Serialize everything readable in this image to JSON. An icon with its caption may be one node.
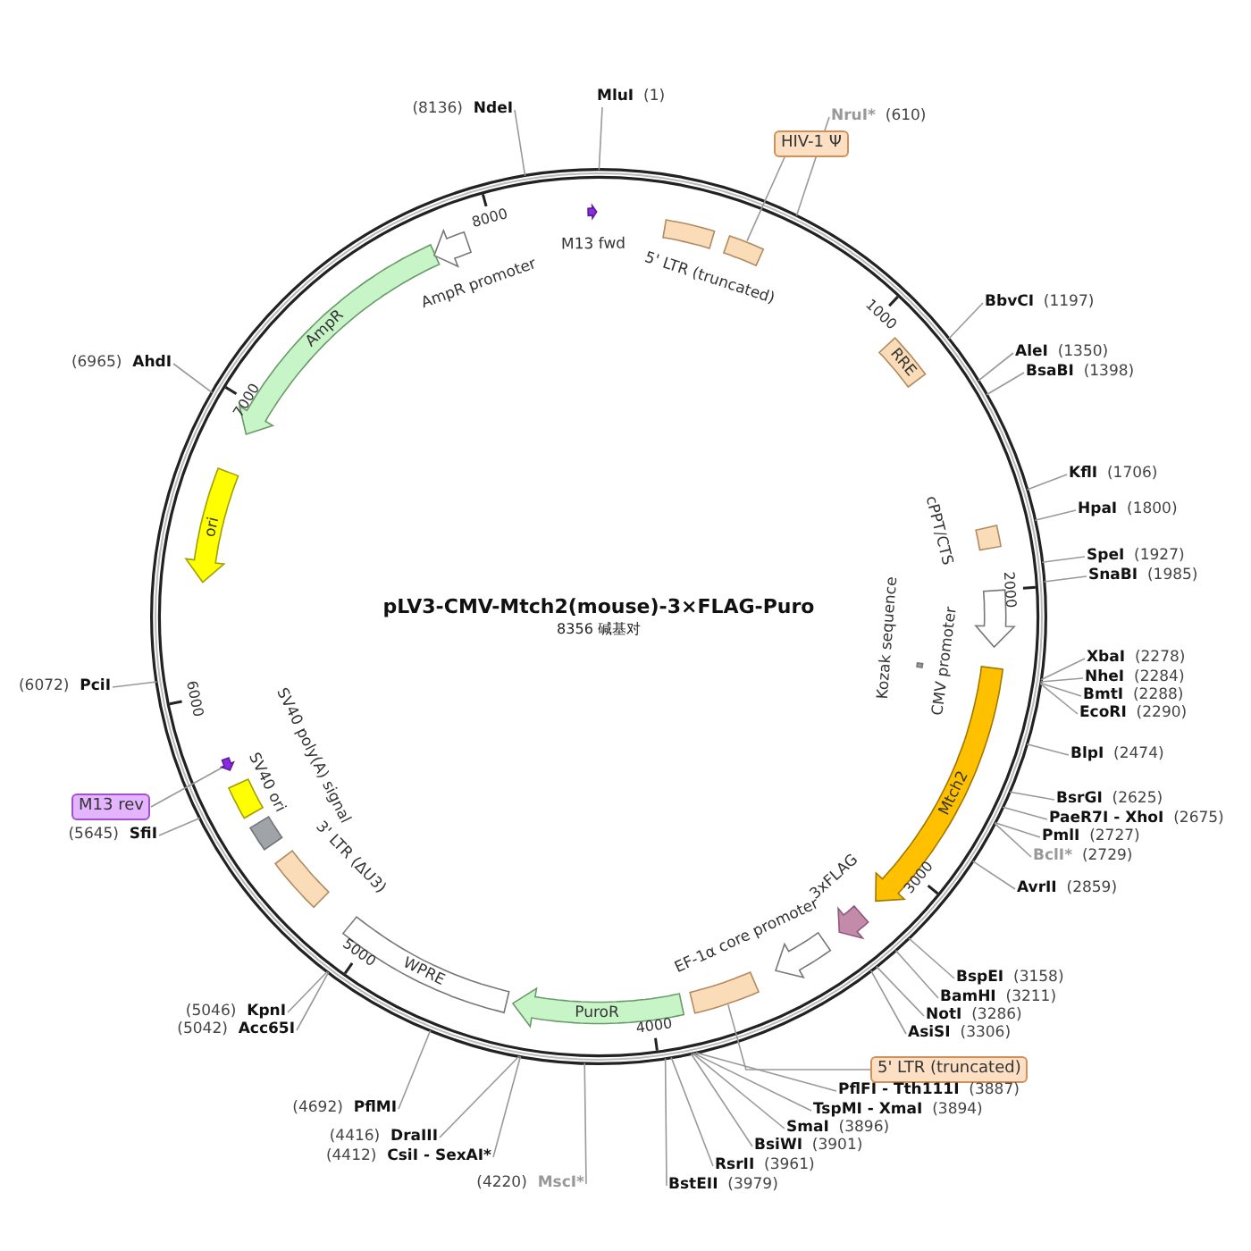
{
  "diagram": {
    "title": "pLV3-CMV-Mtch2(mouse)-3×FLAG-Puro",
    "nodes": [
      {
        "text": [
          "M13 fwd"
        ]
      },
      {
        "text": [
          "5' LTR (truncated)"
        ]
      },
      {
        "text": [],
        "shape": "box"
      },
      {
        "text": [
          "RRE"
        ]
      },
      {
        "text": [
          "cPPT/CTS"
        ]
      },
      {
        "text": [
          "CMV promoter"
        ]
      },
      {
        "text": [
          "Kozak sequence"
        ]
      },
      {
        "text": [
          "Mtch2"
        ]
      },
      {
        "text": [
          "3xFLAG"
        ]
      },
      {
        "text": [
          "EF-1α core promoter"
        ]
      },
      {
        "text": [],
        "shape": "box"
      },
      {
        "text": [
          "PuroR"
        ]
      },
      {
        "text": [
          "WPRE"
        ]
      },
      {
        "text": [
          "3' LTR (ΔU3)"
        ]
      },
      {
        "text": [
          "SV40 ori"
        ]
      },
      {
        "text": [
          "SV40 poly(A) signal"
        ]
      },
      {
        "text": [],
        "shape": "arrow"
      },
      {
        "text": [
          "ori"
        ]
      },
      {
        "text": [
          "AmpR"
        ]
      },
      {
        "text": [
          "AmpR promoter"
        ]
      },
      {
        "text": [
          "HIV-1 Ψ"
        ]
      },
      {
        "text": [
          "5' LTR (truncated)"
        ]
      },
      {
        "text": [
          "M13 rev"
        ]
      },
      {
        "text": [
          "MluI",
          "(1)"
        ]
      },
      {
        "text": [
          "NruI*",
          "(610)"
        ]
      },
      {
        "text": [
          "BbvCI",
          "(1197)"
        ]
      },
      {
        "text": [
          "AleI",
          "(1350)"
        ]
      },
      {
        "text": [
          "BsaBI",
          "(1398)"
        ]
      },
      {
        "text": [
          "KflI",
          "(1706)"
        ]
      },
      {
        "text": [
          "HpaI",
          "(1800)"
        ]
      },
      {
        "text": [
          "SpeI",
          "(1927)"
        ]
      },
      {
        "text": [
          "SnaBI",
          "(1985)"
        ]
      },
      {
        "text": [
          "XbaI",
          "(2278)"
        ]
      },
      {
        "text": [
          "NheI",
          "(2284)"
        ]
      },
      {
        "text": [
          "BmtI",
          "(2288)"
        ]
      },
      {
        "text": [
          "EcoRI",
          "(2290)"
        ]
      },
      {
        "text": [
          "BlpI",
          "(2474)"
        ]
      },
      {
        "text": [
          "BsrGI",
          "(2625)"
        ]
      },
      {
        "text": [
          "PaeR7I - XhoI",
          "(2675)"
        ]
      },
      {
        "text": [
          "PmlI",
          "(2727)"
        ]
      },
      {
        "text": [
          "BclI*",
          "(2729)"
        ]
      },
      {
        "text": [
          "AvrII",
          "(2859)"
        ]
      },
      {
        "text": [
          "BspEI",
          "(3158)"
        ]
      },
      {
        "text": [
          "BamHI",
          "(3211)"
        ]
      },
      {
        "text": [
          "NotI",
          "(3286)"
        ]
      },
      {
        "text": [
          "AsiSI",
          "(3306)"
        ]
      },
      {
        "text": [
          "PflFI - Tth111I",
          "(3887)"
        ]
      },
      {
        "text": [
          "TspMI - XmaI",
          "(3894)"
        ]
      },
      {
        "text": [
          "SmaI",
          "(3896)"
        ]
      },
      {
        "text": [
          "BsiWI",
          "(3901)"
        ]
      },
      {
        "text": [
          "RsrII",
          "(3961)"
        ]
      },
      {
        "text": [
          "BstEII",
          "(3979)"
        ]
      },
      {
        "text": [
          "(4220)",
          "MscI*"
        ]
      },
      {
        "text": [
          "(4412)",
          "CsiI - SexAI*"
        ]
      },
      {
        "text": [
          "(4416)",
          "DraIII"
        ]
      },
      {
        "text": [
          "(4692)",
          "PflMI"
        ]
      },
      {
        "text": [
          "(5046)",
          "KpnI"
        ]
      },
      {
        "text": [
          "(5042)",
          "Acc65I"
        ]
      },
      {
        "text": [
          "(5645)",
          "SfiI"
        ]
      },
      {
        "text": [
          "(6072)",
          "PciI"
        ]
      },
      {
        "text": [
          "(6965)",
          "AhdI"
        ]
      },
      {
        "text": [
          "(8136)",
          "NdeI"
        ]
      }
    ],
    "edges": [
      {
        "from": 20,
        "to": 2,
        "arrow": "none"
      },
      {
        "from": 21,
        "to": 10,
        "arrow": "none"
      },
      {
        "from": 22,
        "to": 16,
        "arrow": "none"
      },
      {
        "from": 23,
        "to": null,
        "arrow": "none"
      },
      {
        "from": 24,
        "to": null,
        "arrow": "none"
      },
      {
        "from": 25,
        "to": null,
        "arrow": "none"
      },
      {
        "from": 26,
        "to": null,
        "arrow": "none"
      },
      {
        "from": 27,
        "to": null,
        "arrow": "none"
      },
      {
        "from": 28,
        "to": null,
        "arrow": "none"
      },
      {
        "from": 29,
        "to": null,
        "arrow": "none"
      },
      {
        "from": 30,
        "to": null,
        "arrow": "none"
      },
      {
        "from": 31,
        "to": null,
        "arrow": "none"
      },
      {
        "from": 32,
        "to": null,
        "arrow": "none"
      },
      {
        "from": 33,
        "to": null,
        "arrow": "none"
      },
      {
        "from": 34,
        "to": null,
        "arrow": "none"
      },
      {
        "from": 35,
        "to": null,
        "arrow": "none"
      },
      {
        "from": 36,
        "to": null,
        "arrow": "none"
      },
      {
        "from": 37,
        "to": null,
        "arrow": "none"
      },
      {
        "from": 38,
        "to": null,
        "arrow": "none"
      },
      {
        "from": 39,
        "to": null,
        "arrow": "none"
      },
      {
        "from": 40,
        "to": null,
        "arrow": "none"
      },
      {
        "from": 41,
        "to": null,
        "arrow": "none"
      },
      {
        "from": 42,
        "to": null,
        "arrow": "none"
      },
      {
        "from": 43,
        "to": null,
        "arrow": "none"
      },
      {
        "from": 44,
        "to": null,
        "arrow": "none"
      },
      {
        "from": 45,
        "to": null,
        "arrow": "none"
      },
      {
        "from": 46,
        "to": null,
        "arrow": "none"
      },
      {
        "from": 47,
        "to": null,
        "arrow": "none"
      },
      {
        "from": 48,
        "to": null,
        "arrow": "none"
      },
      {
        "from": 49,
        "to": null,
        "arrow": "none"
      },
      {
        "from": 50,
        "to": null,
        "arrow": "none"
      },
      {
        "from": 51,
        "to": null,
        "arrow": "none"
      },
      {
        "from": 52,
        "to": null,
        "arrow": "none"
      },
      {
        "from": 53,
        "to": null,
        "arrow": "none"
      },
      {
        "from": 54,
        "to": null,
        "arrow": "none"
      },
      {
        "from": 55,
        "to": null,
        "arrow": "none"
      },
      {
        "from": 56,
        "to": null,
        "arrow": "none"
      },
      {
        "from": 57,
        "to": null,
        "arrow": "none"
      },
      {
        "from": 58,
        "to": null,
        "arrow": "none"
      },
      {
        "from": 59,
        "to": null,
        "arrow": "none"
      },
      {
        "from": 60,
        "to": null,
        "arrow": "none"
      },
      {
        "from": 61,
        "to": null,
        "arrow": "none"
      }
    ],
    "labels": [
      "1000",
      "2000",
      "3000",
      "4000",
      "5000",
      "6000",
      "7000",
      "8000",
      "8356 碱基对"
    ]
  }
}
